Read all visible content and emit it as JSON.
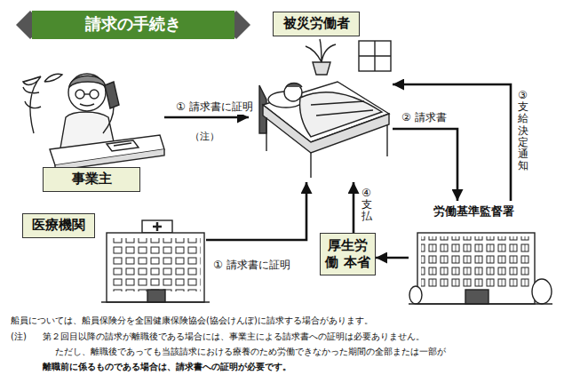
{
  "diagram": {
    "title": "請求の手続き",
    "nodes": [
      {
        "text": [
          "被災労働者"
        ]
      },
      {
        "text": [
          "事業主"
        ]
      },
      {
        "text": [
          "医療機関"
        ]
      },
      {
        "text": [
          "労働基準監督署"
        ]
      },
      {
        "text": [
          "厚生労働 本省"
        ]
      }
    ],
    "edges": [
      {
        "from": 1,
        "to": 0,
        "arrow": "to",
        "label": "① 請求書に証明"
      },
      {
        "from": 2,
        "to": 0,
        "arrow": "to",
        "label": "① 請求書に証明"
      },
      {
        "from": 0,
        "to": 3,
        "arrow": "to",
        "label": "② 請求書"
      },
      {
        "from": 3,
        "to": 0,
        "arrow": "to",
        "label": "③支給決定通知"
      },
      {
        "from": 3,
        "to": 4,
        "arrow": "to"
      },
      {
        "from": 4,
        "to": 0,
        "arrow": "to",
        "label": "④支払"
      }
    ],
    "labels": [
      "（注）",
      "船員については、船員保険分を全国健康保険協会(協会けんぽ)に請求する場合があります。",
      "(注)",
      "第２回目以降の請求が離職後である場合には、事業主による請求書への証明は必要ありません。",
      "ただし、離職後であっても当該請求における療養のため労働できなかった期間の全部または一部が",
      "離職前に係るものである場合は、請求書への証明が必要です。"
    ]
  }
}
